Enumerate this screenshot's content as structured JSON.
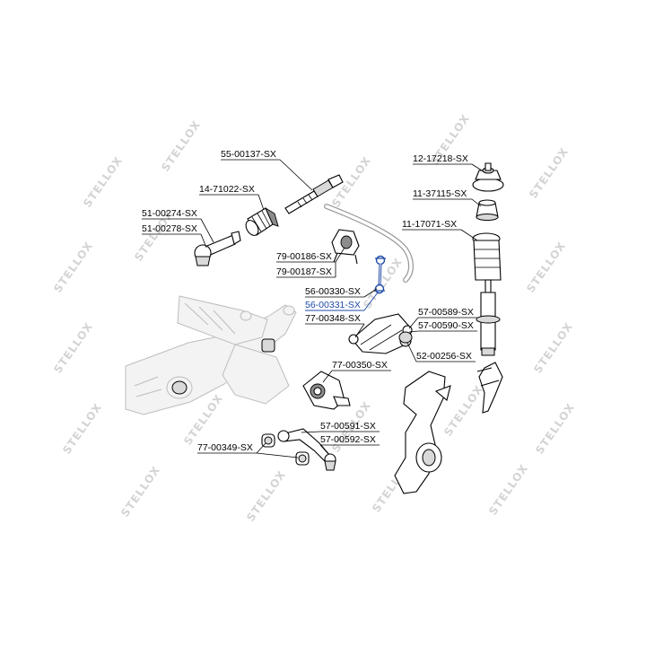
{
  "brand": {
    "watermark": "STELLOX",
    "accent": "#1f4aa8",
    "ink": "#000000",
    "watermark_color": "#d4d4d4"
  },
  "parts": [
    {
      "id": "55-00137-SX",
      "label": "55-00137-SX",
      "highlighted": false
    },
    {
      "id": "14-71022-SX",
      "label": "14-71022-SX",
      "highlighted": false
    },
    {
      "id": "51-00274-SX",
      "label": "51-00274-SX",
      "highlighted": false
    },
    {
      "id": "51-00278-SX",
      "label": "51-00278-SX",
      "highlighted": false
    },
    {
      "id": "79-00186-SX",
      "label": "79-00186-SX",
      "highlighted": false
    },
    {
      "id": "79-00187-SX",
      "label": "79-00187-SX",
      "highlighted": false
    },
    {
      "id": "56-00330-SX",
      "label": "56-00330-SX",
      "highlighted": false
    },
    {
      "id": "56-00331-SX",
      "label": "56-00331-SX",
      "highlighted": true
    },
    {
      "id": "77-00348-SX",
      "label": "77-00348-SX",
      "highlighted": false
    },
    {
      "id": "12-17218-SX",
      "label": "12-17218-SX",
      "highlighted": false
    },
    {
      "id": "11-37115-SX",
      "label": "11-37115-SX",
      "highlighted": false
    },
    {
      "id": "11-17071-SX",
      "label": "11-17071-SX",
      "highlighted": false
    },
    {
      "id": "57-00589-SX",
      "label": "57-00589-SX",
      "highlighted": false
    },
    {
      "id": "57-00590-SX",
      "label": "57-00590-SX",
      "highlighted": false
    },
    {
      "id": "52-00256-SX",
      "label": "52-00256-SX",
      "highlighted": false
    },
    {
      "id": "77-00350-SX",
      "label": "77-00350-SX",
      "highlighted": false
    },
    {
      "id": "57-00591-SX",
      "label": "57-00591-SX",
      "highlighted": false
    },
    {
      "id": "57-00592-SX",
      "label": "57-00592-SX",
      "highlighted": false
    },
    {
      "id": "77-00349-SX",
      "label": "77-00349-SX",
      "highlighted": false
    }
  ]
}
